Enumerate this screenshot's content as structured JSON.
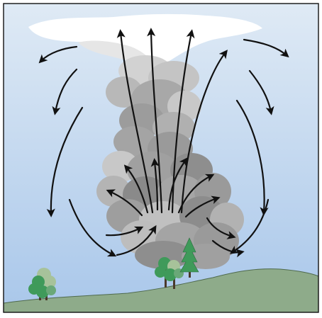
{
  "scene": {
    "sky_top": "#dfeaf5",
    "sky_bottom": "#a9c7ea",
    "ground": "#8eab8a",
    "ground_dark": "#6f8f6d",
    "cloud_white": "#ffffff",
    "cloud_light": "#d2d2d2",
    "cloud_mid": "#a8a8a8",
    "cloud_dark": "#8a8a8a",
    "tree_green": "#3f9a5a",
    "tree_light": "#a7c29a",
    "arrow": "#111111",
    "frame": "#111111",
    "icons": [
      "anvil-cloud-top",
      "smoke-column",
      "airflow-arrows",
      "deciduous-tree",
      "conifer-tree",
      "hill"
    ]
  }
}
